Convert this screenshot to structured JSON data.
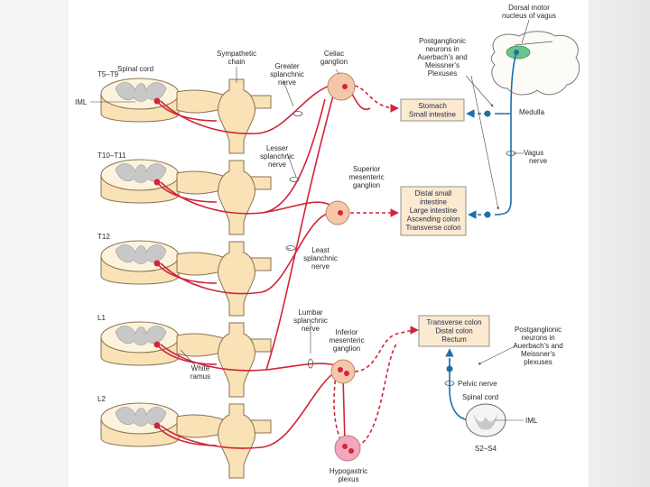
{
  "colors": {
    "sympathetic": "#d1253a",
    "parasympathetic": "#1f6fa8",
    "nerve_tissue": "#f8e2b6",
    "nerve_outline": "#8a7250",
    "grey_matter": "#c8c8c8",
    "ganglion_fill": "#f5c7a8",
    "hypogastric_fill": "#f2a8bc",
    "organ_box_fill": "#fbe9d0",
    "vagus_nucleus": "#6cc48a",
    "page_background": "#ffffff"
  },
  "labels": {
    "spinal_cord_top": "Spinal cord",
    "iml_left": "IML",
    "sympathetic_chain": [
      "Sympathetic",
      "chain"
    ],
    "greater_splanchnic": [
      "Greater",
      "splanchnic",
      "nerve"
    ],
    "celiac_ganglion": [
      "Celiac",
      "ganglion"
    ],
    "lesser_splanchnic": [
      "Lesser",
      "splanchnic",
      "nerve"
    ],
    "superior_mesenteric": [
      "Superior",
      "mesenteric",
      "ganglion"
    ],
    "least_splanchnic": [
      "Least",
      "splanchnic",
      "nerve"
    ],
    "lumbar_splanchnic": [
      "Lumbar",
      "splanchnic",
      "nerve"
    ],
    "inferior_mesenteric": [
      "Inferior",
      "mesenteric",
      "ganglion"
    ],
    "white_ramus": [
      "White",
      "ramus"
    ],
    "hypogastric_plexus": [
      "Hypogastric",
      "plexus"
    ],
    "dorsal_motor_nucleus": [
      "Dorsal motor",
      "nucleus of vagus"
    ],
    "postganglionic_top": [
      "Postganglionic",
      "neurons in",
      "Auerbach's and",
      "Meissner's",
      "Plexuses"
    ],
    "medulla": "Medulla",
    "vagus_nerve": [
      "Vagus",
      "nerve"
    ],
    "postganglionic_bottom": [
      "Postganglionic",
      "neurons in",
      "Auerbach's and",
      "Meissner's",
      "plexuses"
    ],
    "pelvic_nerve": "Pelvic nerve",
    "spinal_cord_bottom": "Spinal cord",
    "iml_right": "IML",
    "sacral_segments": "S2–S4"
  },
  "segments": [
    "T5–T9",
    "T10–T11",
    "T12",
    "L1",
    "L2"
  ],
  "organ_boxes": {
    "upper": [
      "Stomach",
      "Small intestine"
    ],
    "middle": [
      "Distal small",
      "intestine",
      "Large intestine",
      "Ascending colon",
      "Transverse colon"
    ],
    "lower": [
      "Transverse colon",
      "Distal colon",
      "Rectum"
    ]
  }
}
